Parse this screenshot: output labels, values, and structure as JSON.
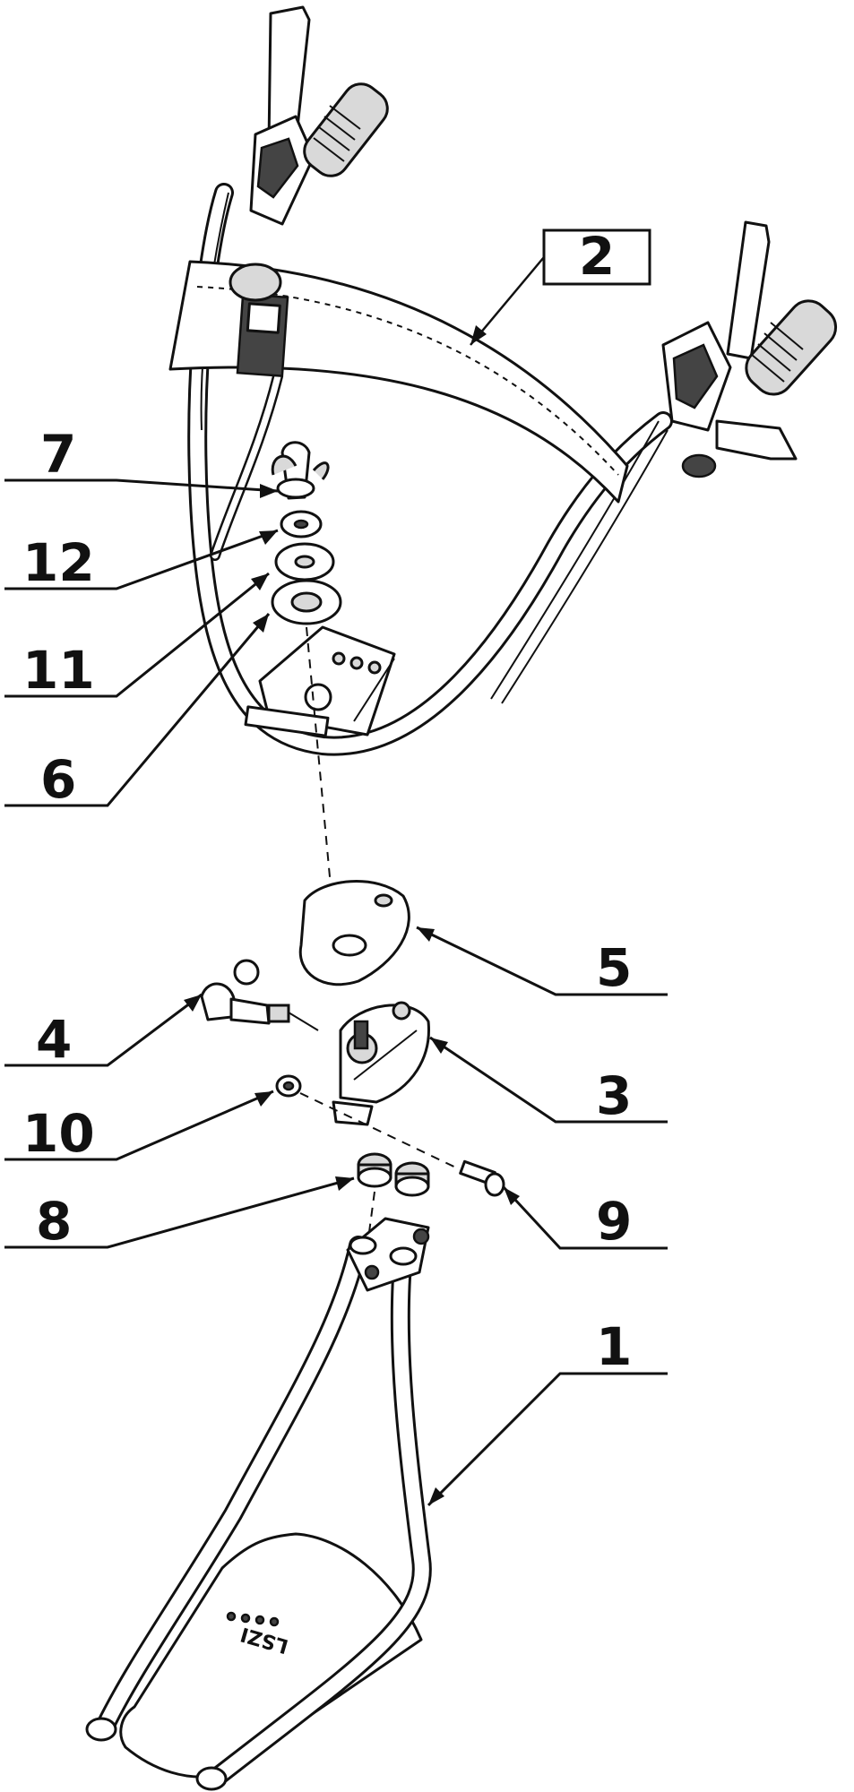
{
  "callouts": [
    {
      "id": "c1",
      "label": "1"
    },
    {
      "id": "c2",
      "label": "2"
    },
    {
      "id": "c3",
      "label": "3"
    },
    {
      "id": "c4",
      "label": "4"
    },
    {
      "id": "c5",
      "label": "5"
    },
    {
      "id": "c6",
      "label": "6"
    },
    {
      "id": "c7",
      "label": "7"
    },
    {
      "id": "c8",
      "label": "8"
    },
    {
      "id": "c9",
      "label": "9"
    },
    {
      "id": "c10",
      "label": "10"
    },
    {
      "id": "c11",
      "label": "11"
    },
    {
      "id": "c12",
      "label": "12"
    }
  ],
  "decal_text": "LSZI"
}
